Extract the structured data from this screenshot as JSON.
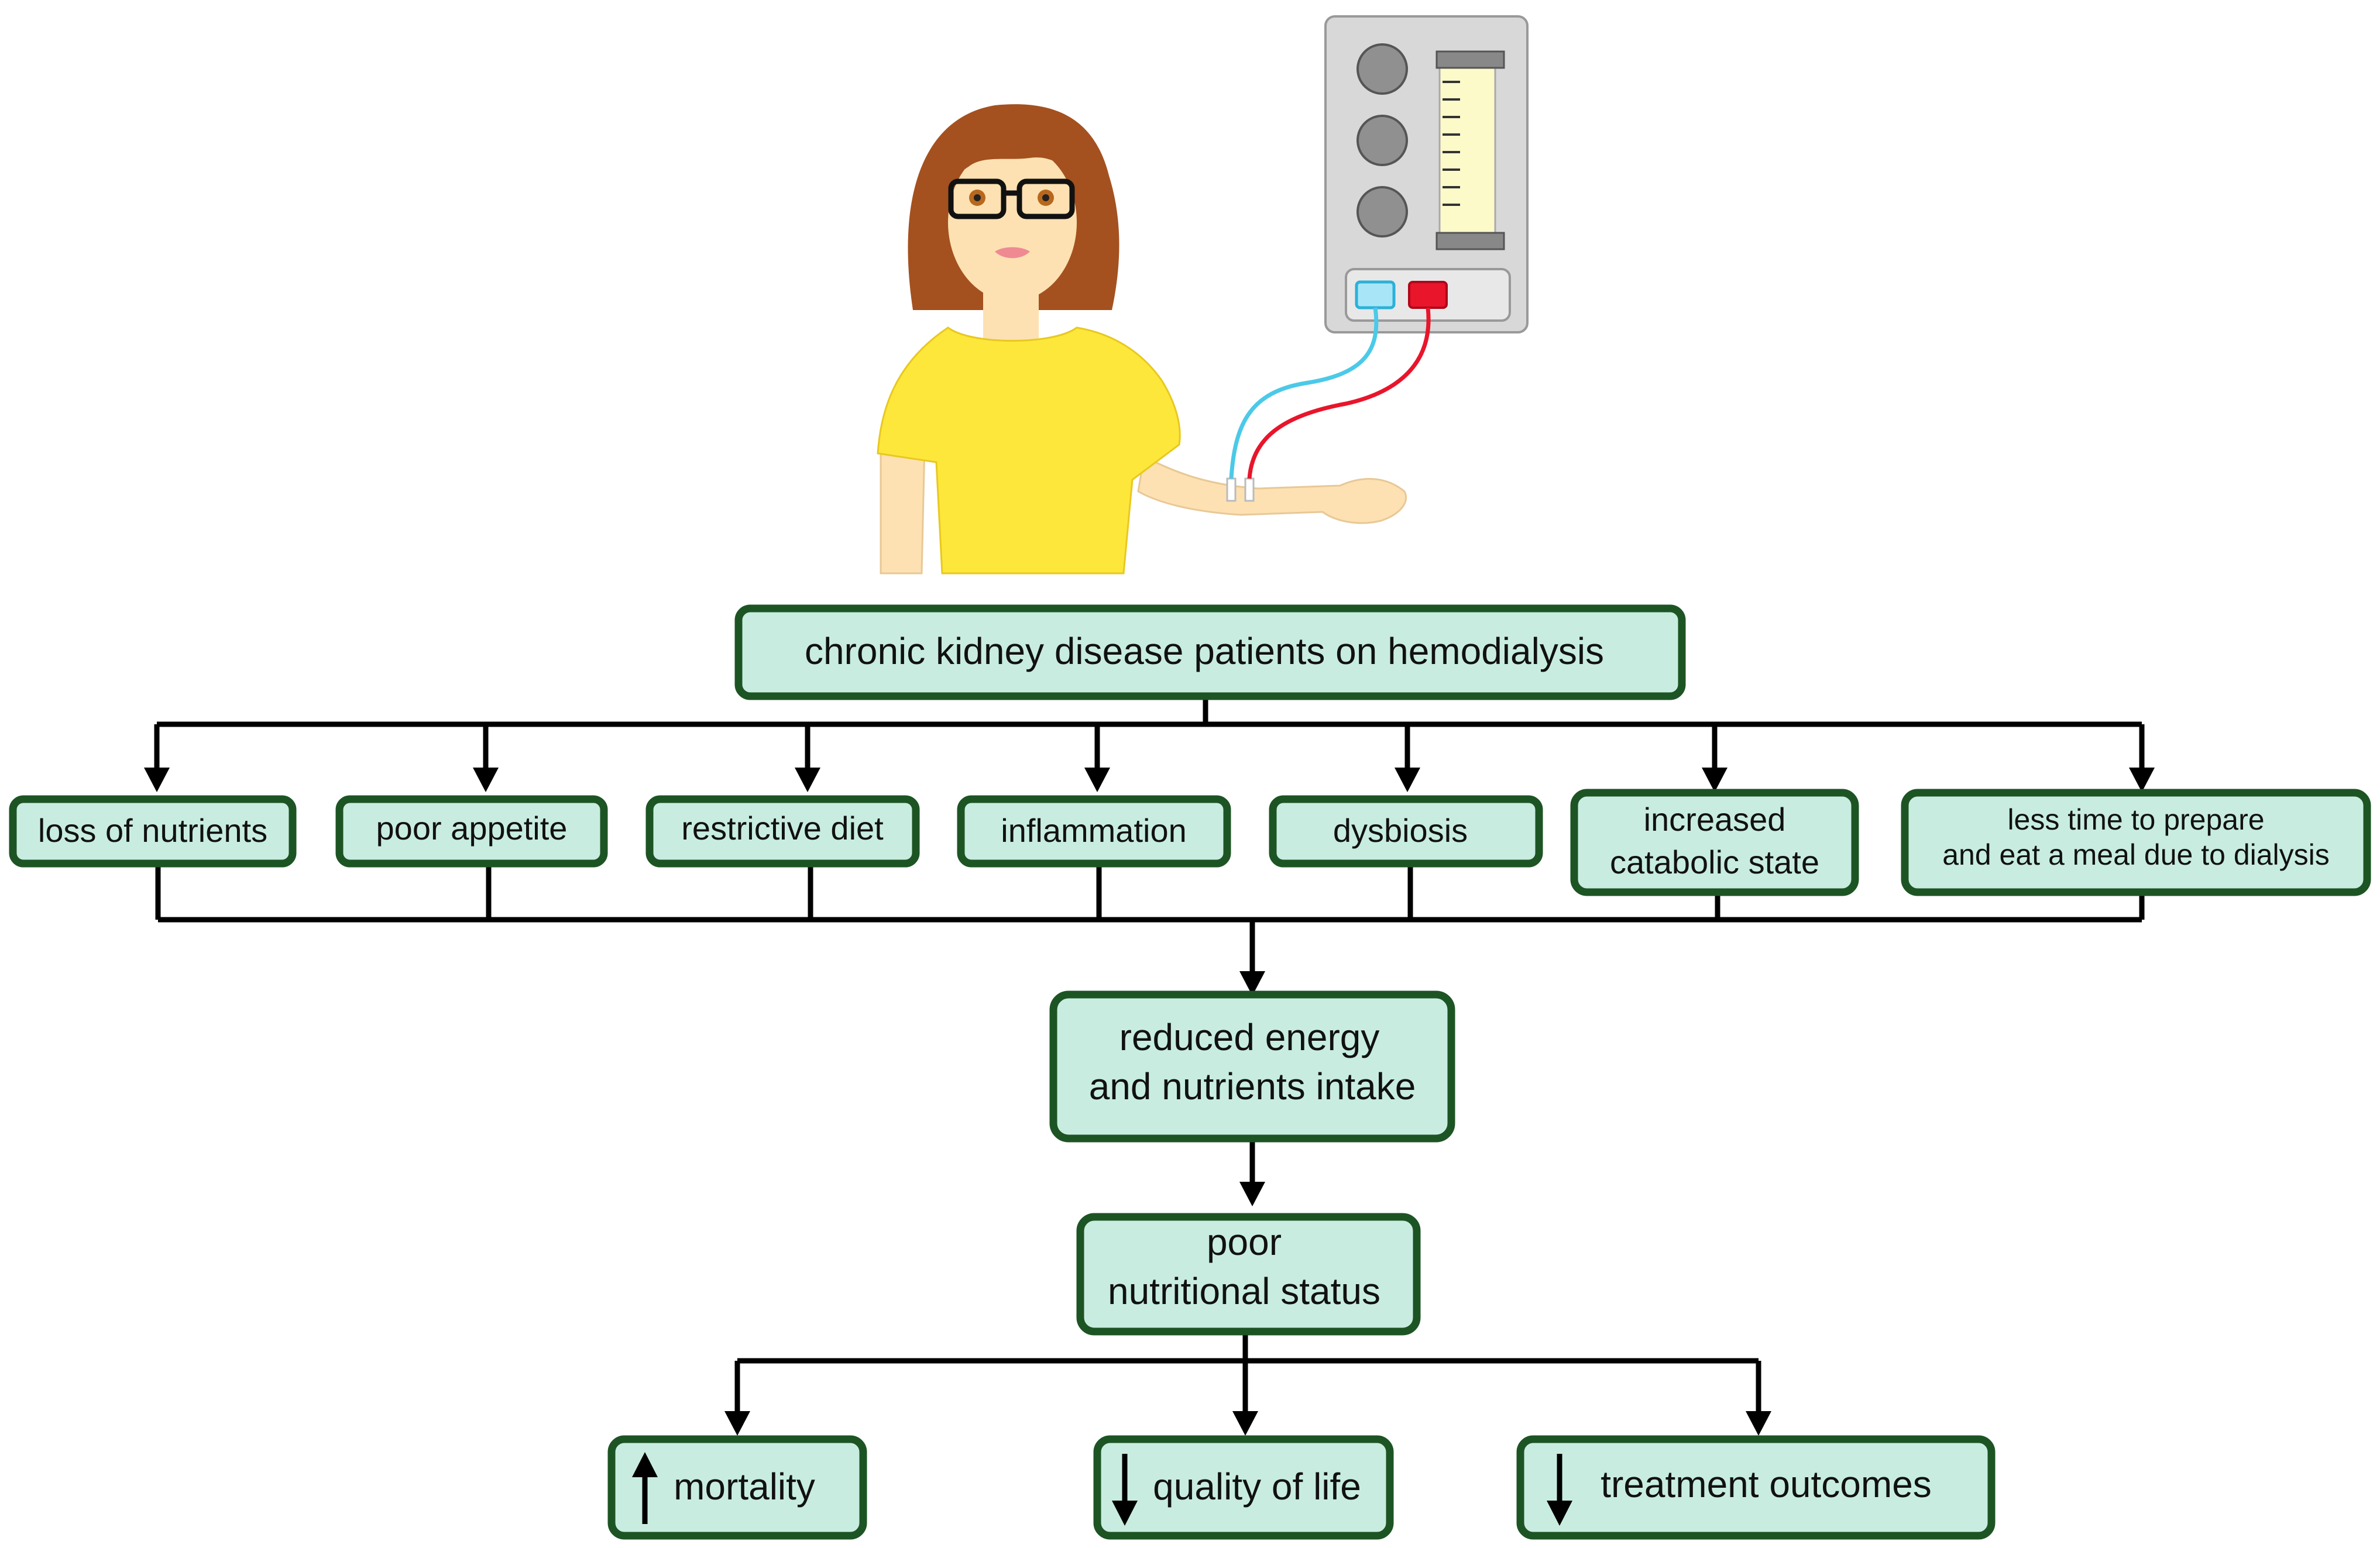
{
  "title_box": "chronic kidney disease patients on hemodialysis",
  "causes": [
    {
      "lines": [
        "loss of nutrients"
      ]
    },
    {
      "lines": [
        "poor appetite"
      ]
    },
    {
      "lines": [
        "restrictive diet"
      ]
    },
    {
      "lines": [
        "inflammation"
      ]
    },
    {
      "lines": [
        "dysbiosis"
      ]
    },
    {
      "lines": [
        "increased",
        "catabolic state"
      ]
    },
    {
      "lines": [
        "less time to prepare",
        "and eat a meal due to dialysis"
      ]
    }
  ],
  "intake_box": [
    "reduced energy",
    "and nutrients intake"
  ],
  "status_box": [
    "poor",
    "nutritional status"
  ],
  "outcomes": [
    {
      "direction": "up",
      "label": "mortality"
    },
    {
      "direction": "down",
      "label": "quality of life"
    },
    {
      "direction": "down",
      "label": "treatment outcomes"
    }
  ],
  "colors": {
    "box_fill": "#c8ede0",
    "box_border": "#1d5424",
    "shirt": "#fde73a",
    "hair": "#a4511f",
    "skin": "#fde1b2",
    "tube_blue": "#4cc9e8",
    "tube_red": "#e8152b"
  }
}
